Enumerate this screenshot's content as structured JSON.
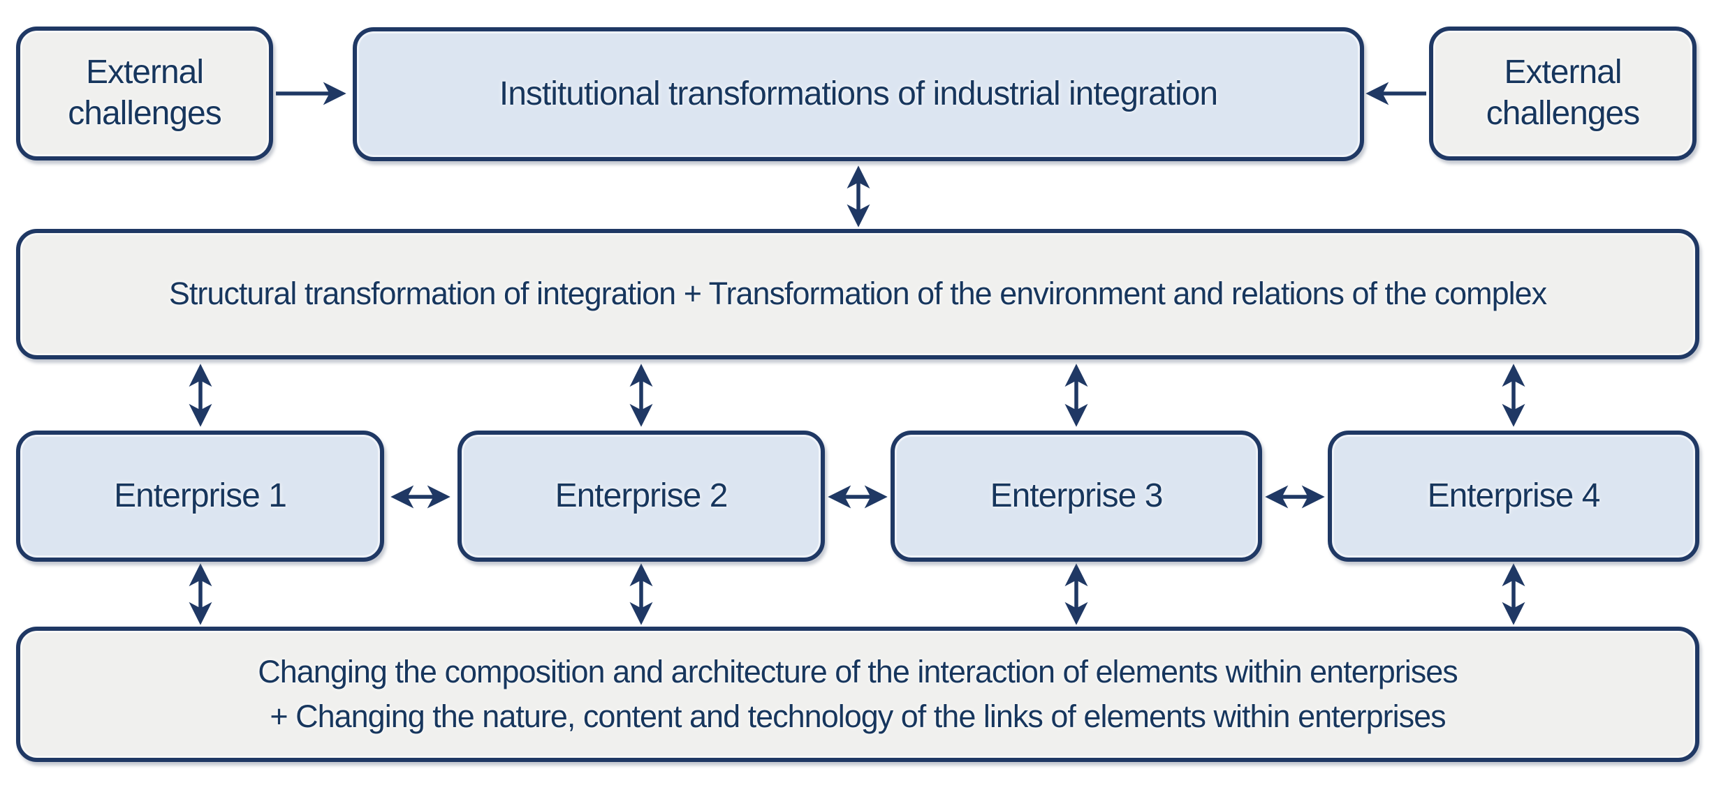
{
  "colors": {
    "box_blue": "#dce5f1",
    "box_gray": "#f0f0ee",
    "border": "#1f3864",
    "text": "#17365d"
  },
  "top": {
    "left_external": {
      "label": "External challenges"
    },
    "institutional": {
      "label": "Institutional transformations of industrial integration"
    },
    "right_external": {
      "label": "External challenges"
    }
  },
  "structural": {
    "label": "Structural transformation of integration + Transformation of the environment and relations of the complex"
  },
  "enterprises": [
    {
      "label": "Enterprise 1"
    },
    {
      "label": "Enterprise 2"
    },
    {
      "label": "Enterprise 3"
    },
    {
      "label": "Enterprise 4"
    }
  ],
  "internal_change": {
    "line1": "Changing the composition and architecture of the interaction of elements within enterprises",
    "line2": "+ Changing the nature, content and technology of the links of elements within enterprises"
  }
}
